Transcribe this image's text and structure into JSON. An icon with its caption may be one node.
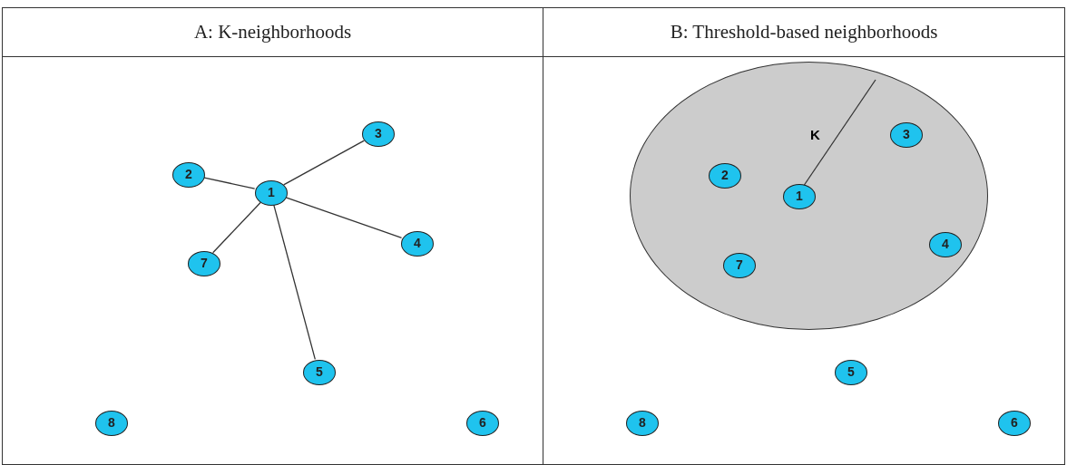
{
  "diagram": {
    "nodes": [
      {
        "text": [
          "A: K-neighborhoods"
        ]
      },
      {
        "text": [
          "1"
        ],
        "in": 0
      },
      {
        "text": [
          "2"
        ],
        "in": 0
      },
      {
        "text": [
          "3"
        ],
        "in": 0
      },
      {
        "text": [
          "4"
        ],
        "in": 0
      },
      {
        "text": [
          "5"
        ],
        "in": 0
      },
      {
        "text": [
          "6"
        ],
        "in": 0
      },
      {
        "text": [
          "7"
        ],
        "in": 0
      },
      {
        "text": [
          "8"
        ],
        "in": 0
      },
      {
        "text": [
          "B: Threshold-based neighborhoods"
        ]
      },
      {
        "text": [],
        "shape": "circle",
        "in": 9
      },
      {
        "text": [
          "1"
        ],
        "in": 10
      },
      {
        "text": [
          "2"
        ],
        "in": 10
      },
      {
        "text": [
          "3"
        ],
        "in": 10
      },
      {
        "text": [
          "4"
        ],
        "in": 10
      },
      {
        "text": [
          "5"
        ],
        "in": 9
      },
      {
        "text": [
          "6"
        ],
        "in": 9
      },
      {
        "text": [
          "7"
        ],
        "in": 10
      },
      {
        "text": [
          "8"
        ],
        "in": 9
      }
    ],
    "edges": [
      {
        "from": 1,
        "to": 2,
        "arrow": "none"
      },
      {
        "from": 1,
        "to": 3,
        "arrow": "none"
      },
      {
        "from": 1,
        "to": 4,
        "arrow": "none"
      },
      {
        "from": 1,
        "to": 7,
        "arrow": "none"
      },
      {
        "from": 1,
        "to": 5,
        "arrow": "none"
      }
    ],
    "labels": [
      "K"
    ]
  }
}
